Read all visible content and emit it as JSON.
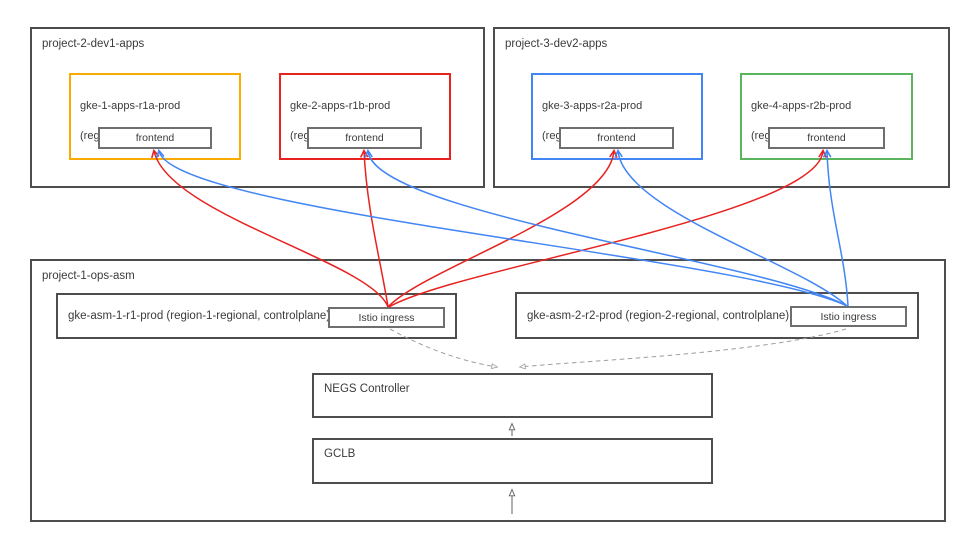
{
  "diagram": {
    "colors": {
      "region1": "#e8221f",
      "region2": "#4285f4",
      "orange": "#f9ab00",
      "red": "#e8221f",
      "blue": "#4285f4",
      "green": "#5bb55e",
      "border_dark": "#4d4d4d",
      "border_gray": "#6e6e6e",
      "dashed_gray": "#9e9e9e",
      "arrow_dark": "#5f5f5f"
    },
    "projects": {
      "dev1": {
        "title": "project-2-dev1-apps"
      },
      "dev2": {
        "title": "project-3-dev2-apps"
      },
      "ops": {
        "title": "project-1-ops-asm"
      }
    },
    "clusters": {
      "gke1": {
        "name": "gke-1-apps-r1a-prod",
        "detail": "(region-1-zone-a, apps)",
        "workload": "frontend",
        "color": "#f9ab00"
      },
      "gke2": {
        "name": "gke-2-apps-r1b-prod",
        "detail": "(region-1-zone-b, apps)",
        "workload": "frontend",
        "color": "#e8221f"
      },
      "gke3": {
        "name": "gke-3-apps-r2a-prod",
        "detail": "(region-2-zone-a, apps)",
        "workload": "frontend",
        "color": "#4285f4"
      },
      "gke4": {
        "name": "gke-4-apps-r2b-prod",
        "detail": "(region-2-zone-b, apps)",
        "workload": "frontend",
        "color": "#5bb55e"
      }
    },
    "asm_clusters": {
      "asm1": {
        "label": "gke-asm-1-r1-prod (region-1-regional, controlplane)",
        "ingress_label": "Istio ingress"
      },
      "asm2": {
        "label": "gke-asm-2-r2-prod (region-2-regional, controlplane)",
        "ingress_label": "Istio ingress"
      }
    },
    "infra": {
      "negs_label": "NEGS Controller",
      "gclb_label": "GCLB"
    },
    "edges": [
      {
        "from": "istio-ingress-1",
        "to": "frontend-gke1",
        "style": "solid-curve",
        "color_ref": "region1"
      },
      {
        "from": "istio-ingress-1",
        "to": "frontend-gke2",
        "style": "solid-curve",
        "color_ref": "region1"
      },
      {
        "from": "istio-ingress-1",
        "to": "frontend-gke3",
        "style": "solid-curve",
        "color_ref": "region1"
      },
      {
        "from": "istio-ingress-1",
        "to": "frontend-gke4",
        "style": "solid-curve",
        "color_ref": "region1"
      },
      {
        "from": "istio-ingress-2",
        "to": "frontend-gke1",
        "style": "solid-curve",
        "color_ref": "region2"
      },
      {
        "from": "istio-ingress-2",
        "to": "frontend-gke2",
        "style": "solid-curve",
        "color_ref": "region2"
      },
      {
        "from": "istio-ingress-2",
        "to": "frontend-gke3",
        "style": "solid-curve",
        "color_ref": "region2"
      },
      {
        "from": "istio-ingress-2",
        "to": "frontend-gke4",
        "style": "solid-curve",
        "color_ref": "region2"
      },
      {
        "from": "istio-ingress-1",
        "to": "negs-controller",
        "style": "dashed"
      },
      {
        "from": "istio-ingress-2",
        "to": "negs-controller",
        "style": "dashed"
      },
      {
        "from": "gclb",
        "to": "negs-controller",
        "style": "solid-arrow"
      },
      {
        "from": "incoming-traffic",
        "to": "gclb",
        "style": "solid-arrow"
      }
    ]
  }
}
